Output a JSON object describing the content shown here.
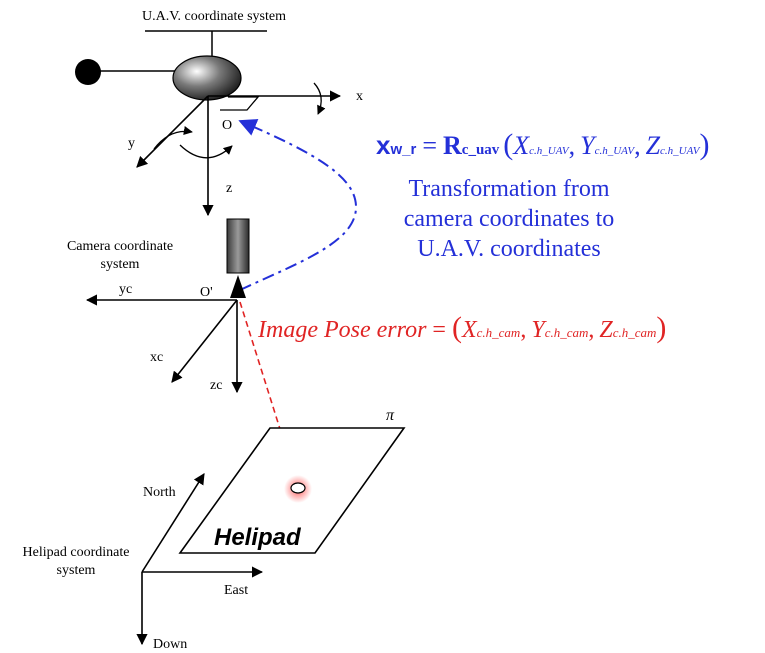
{
  "uav": {
    "title": "U.A.V. coordinate system",
    "x_label": "x",
    "y_label": "y",
    "z_label": "z",
    "origin_label": "O"
  },
  "camera": {
    "title_line1": "Camera coordinate",
    "title_line2": "system",
    "xc_label": "xc",
    "yc_label": "yc",
    "zc_label": "zc",
    "origin_label": "O'"
  },
  "helipad": {
    "title_line1": "Helipad coordinate",
    "title_line2": "system",
    "north_label": "North",
    "east_label": "East",
    "down_label": "Down",
    "pad_label": "Helipad",
    "plane_label": "π"
  },
  "equation_transform": {
    "lhs": "x",
    "lhs_sub": "w_r",
    "equals": "=",
    "rot": "R",
    "rot_sub": "c_uav",
    "open": "(",
    "X": "X",
    "X_sub": "c.h_UAV",
    "Y": "Y",
    "Y_sub": "c.h_UAV",
    "Z": "Z",
    "Z_sub": "c.h_UAV",
    "comma": ",",
    "close": ")",
    "color": "#2430d8"
  },
  "transform_caption": {
    "line1": "Transformation from",
    "line2": "camera coordinates to",
    "line3": "U.A.V. coordinates",
    "color": "#2430d8"
  },
  "equation_error": {
    "lhs": "Image Pose error",
    "equals": "=",
    "open": "(",
    "X": "X",
    "X_sub": "c.h_cam",
    "Y": "Y",
    "Y_sub": "c.h_cam",
    "Z": "Z",
    "Z_sub": "c.h_cam",
    "comma": ",",
    "close": ")",
    "color": "#e02424"
  }
}
